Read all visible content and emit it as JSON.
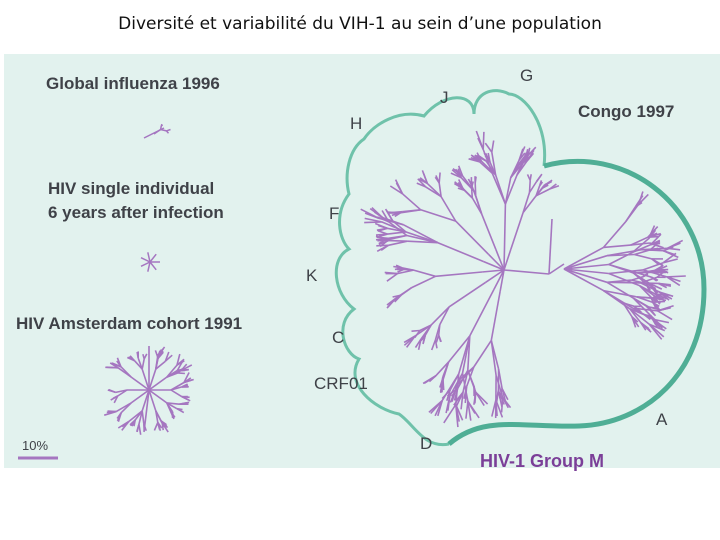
{
  "title": "Diversité et variabilité du VIH-1 au sein d’une population",
  "figure": {
    "labels": {
      "influenza": "Global influenza 1996",
      "single_line1": "HIV single individual",
      "single_line2": "6 years after infection",
      "amsterdam": "HIV Amsterdam cohort 1991",
      "congo": "Congo 1997",
      "group_m": "HIV-1 Group M",
      "scale": "10%"
    },
    "clades": {
      "G": "G",
      "J": "J",
      "H": "H",
      "F": "F",
      "K": "K",
      "C": "C",
      "CRF01": "CRF01",
      "D": "D",
      "A": "A"
    },
    "colors": {
      "tree": "#a576c0",
      "boundary": "#5fb8a0",
      "background": "#e2f2ee",
      "group_m_text": "#7b3f98"
    }
  }
}
